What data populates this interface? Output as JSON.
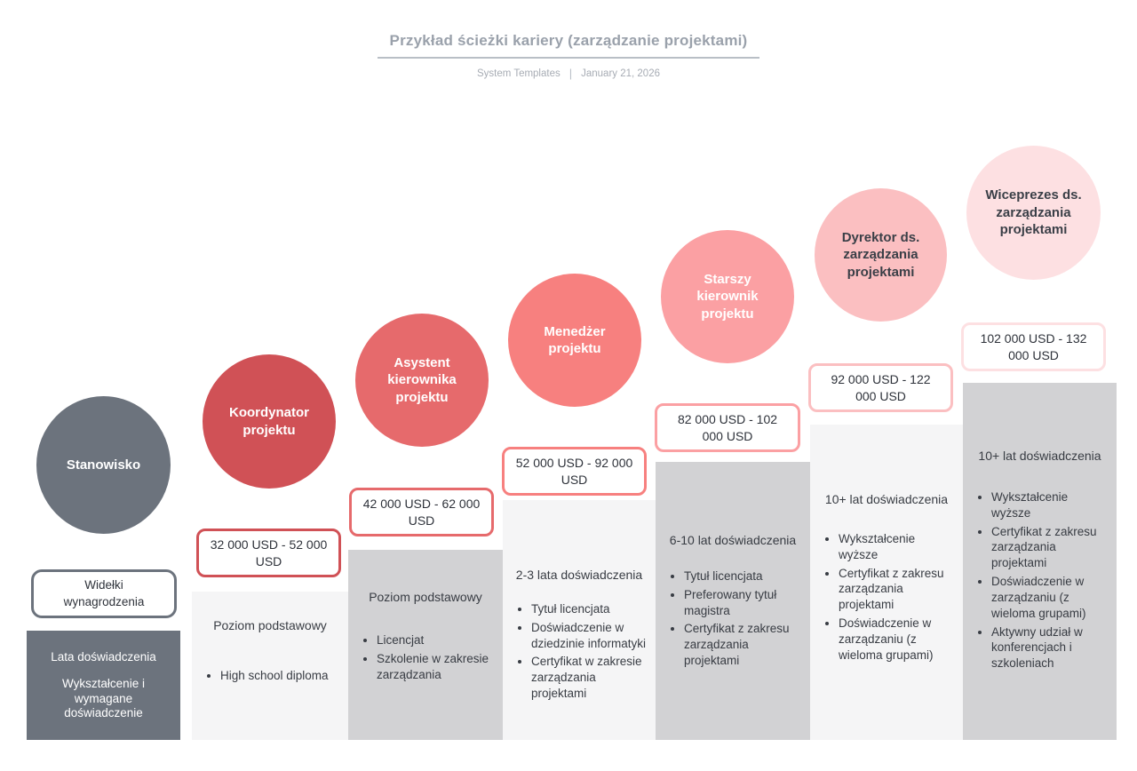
{
  "header": {
    "title": "Przykład ścieżki kariery (zarządzanie projektami)",
    "author": "System Templates",
    "separator": "|",
    "date": "January 21, 2026"
  },
  "colors": {
    "legend_gray": "#6c737d",
    "light_column": "#f5f5f6",
    "dark_column": "#d2d2d4",
    "title_gray": "#9aa1ab"
  },
  "legend": {
    "position_label": "Stanowisko",
    "salary_label": "Widełki wynagrodzenia",
    "experience_line1": "Lata doświadczenia",
    "experience_line2": "Wykształcenie i wymagane doświadczenie"
  },
  "stages": [
    {
      "title": "Koordynator projektu",
      "salary": "32 000 USD - 52 000 USD",
      "experience_heading": "Poziom podstawowy",
      "bullets": [
        "High school diploma"
      ],
      "circle_color": "#d05156",
      "circle_text_color": "#ffffff",
      "column_color": "#f5f5f6"
    },
    {
      "title": "Asystent kierownika projektu",
      "salary": "42 000 USD - 62 000 USD",
      "experience_heading": "Poziom podstawowy",
      "bullets": [
        "Licencjat",
        "Szkolenie w zakresie zarządzania"
      ],
      "circle_color": "#e66a6c",
      "circle_text_color": "#ffffff",
      "column_color": "#d2d2d4"
    },
    {
      "title": "Menedżer projektu",
      "salary": "52 000 USD - 92 000 USD",
      "experience_heading": "2-3 lata doświadczenia",
      "bullets": [
        "Tytuł licencjata",
        "Doświadczenie w dziedzinie informatyki",
        "Certyfikat w zakresie zarządzania projektami"
      ],
      "circle_color": "#f7807f",
      "circle_text_color": "#ffffff",
      "column_color": "#f5f5f6"
    },
    {
      "title": "Starszy kierownik projektu",
      "salary": "82 000 USD - 102 000 USD",
      "experience_heading": "6-10 lat doświadczenia",
      "bullets": [
        "Tytuł licencjata",
        "Preferowany tytuł magistra",
        "Certyfikat z zakresu zarządzania projektami"
      ],
      "circle_color": "#fba0a3",
      "circle_text_color": "#ffffff",
      "column_color": "#d2d2d4"
    },
    {
      "title": "Dyrektor ds. zarządzania projektami",
      "salary": "92 000 USD - 122 000 USD",
      "experience_heading": "10+ lat doświadczenia",
      "bullets": [
        "Wykształcenie wyższe",
        "Certyfikat z zakresu zarządzania projektami",
        "Doświadczenie w zarządzaniu (z wieloma grupami)"
      ],
      "circle_color": "#fbbfc1",
      "circle_text_color": "#3a3f47",
      "column_color": "#f5f5f6"
    },
    {
      "title": "Wiceprezes ds. zarządzania projektami",
      "salary": "102 000 USD - 132 000 USD",
      "experience_heading": "10+ lat doświadczenia",
      "bullets": [
        "Wykształcenie wyższe",
        "Certyfikat z zakresu zarządzania projektami",
        "Doświadczenie w zarządzaniu (z wieloma grupami)",
        "Aktywny udział w konferencjach i szkoleniach"
      ],
      "circle_color": "#fde0e2",
      "circle_text_color": "#3a3f47",
      "column_color": "#d2d2d4"
    }
  ]
}
